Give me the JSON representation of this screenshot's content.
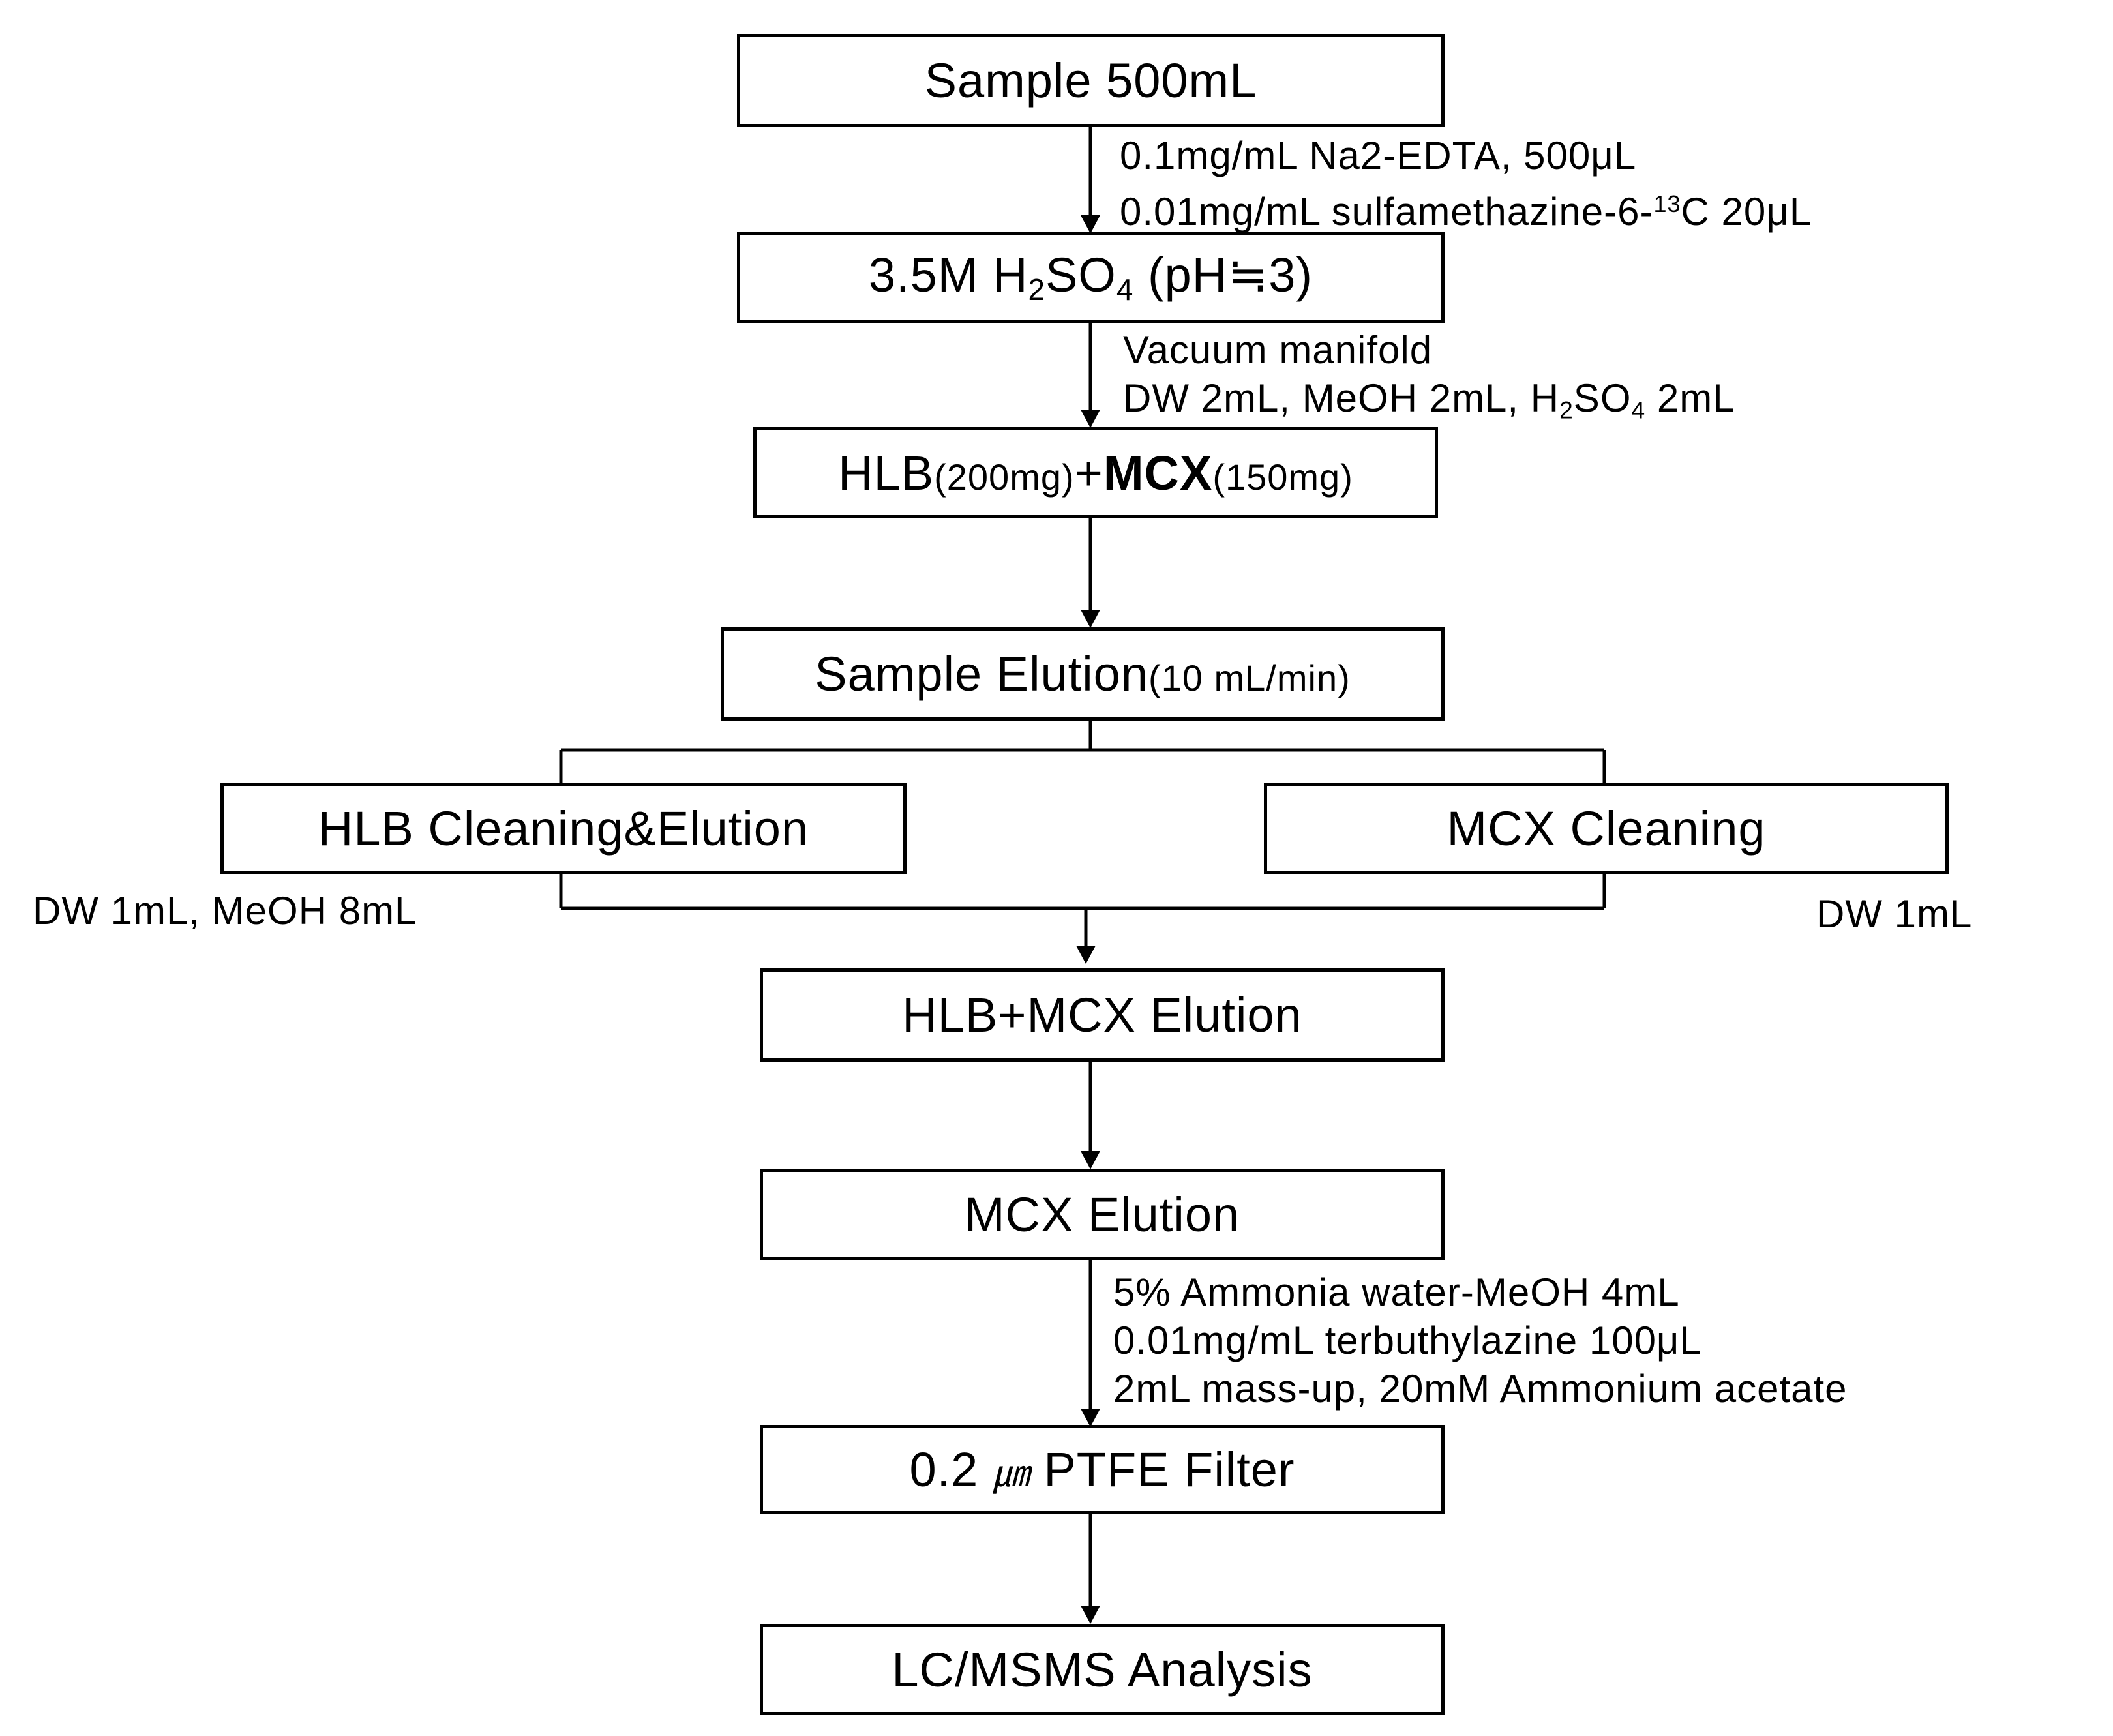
{
  "steps": {
    "sample": "Sample 500mL",
    "acid": {
      "prefix": "3.5M H",
      "sub1": "2",
      "mid": "SO",
      "sub2": "4",
      "suffix": " (pH≒3)"
    },
    "cartridge": {
      "a": "HLB",
      "a_qty": "(200mg)",
      "plus": "+",
      "b": "MCX",
      "b_qty": "(150mg)"
    },
    "elution": {
      "main": "Sample Elution",
      "rate": "(10 mL/min)"
    },
    "hlb_clean": "HLB Cleaning&Elution",
    "mcx_clean": "MCX Cleaning",
    "combined": "HLB+MCX Elution",
    "mcx_elution": "MCX Elution",
    "filter": {
      "value": "0.2 ",
      "unit": "㎛",
      "rest": " PTFE Filter"
    },
    "analysis": "LC/MSMS Analysis"
  },
  "notes": {
    "n1_line1": "0.1mg/mL Na2-EDTA, 500μL",
    "n1_line2_pre": "0.01mg/mL sulfamethazine-6-",
    "n1_line2_sup": "13",
    "n1_line2_post": "C 20μL",
    "n2_line1": "Vacuum manifold",
    "n2_line2_pre": "DW 2mL, MeOH 2mL, H",
    "n2_sub1": "2",
    "n2_mid": "SO",
    "n2_sub2": "4",
    "n2_post": " 2mL",
    "hlb_note": "DW 1mL, MeOH 8mL",
    "mcx_note": "DW 1mL",
    "n3_line1": "5% Ammonia water-MeOH 4mL",
    "n3_line2": "0.01mg/mL terbuthylazine 100μL",
    "n3_line3": "2mL mass-up, 20mM Ammonium acetate"
  }
}
